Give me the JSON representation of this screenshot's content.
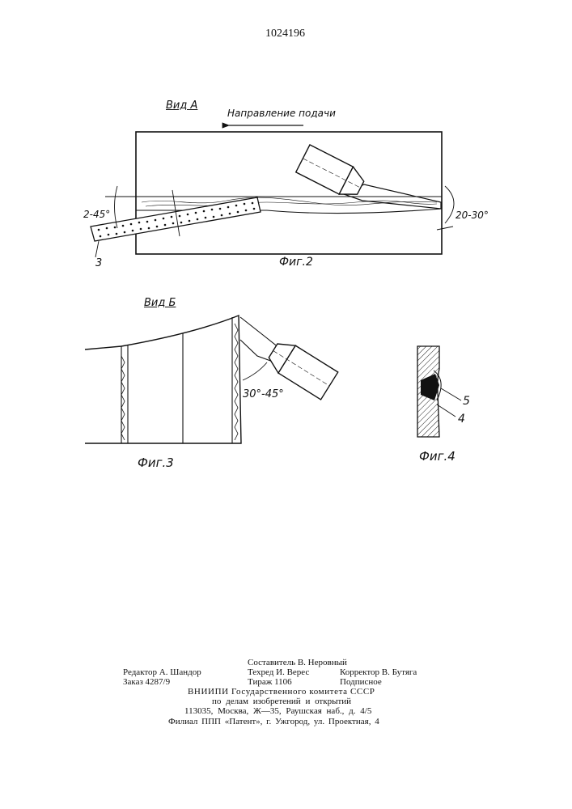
{
  "patent_number": "1024196",
  "figures": {
    "fig2": {
      "view_label": "Вид А",
      "feed_direction_label": "Направление подачи",
      "angle_left": "2-45°",
      "angle_right": "20-30°",
      "part_number": "3",
      "caption": "Фиг.2"
    },
    "fig3": {
      "view_label": "Вид Б",
      "angle": "30°-45°",
      "caption": "Фиг.3"
    },
    "fig4": {
      "part_numbers": [
        "5",
        "4"
      ],
      "caption": "Фиг.4"
    }
  },
  "imprint": {
    "editor": "Редактор А. Шандор",
    "order": "Заказ 4287/9",
    "compiler": "Составитель В. Неровный",
    "tech_editor": "Техред И. Верес",
    "circulation": "Тираж 1106",
    "corrector": "Корректор В. Бутяга",
    "subscription": "Подписное",
    "org_line1": "ВНИИПИ Государственного комитета СССР",
    "org_line2": "по делам изобретений и открытий",
    "org_address": "113035, Москва, Ж—35, Раушская наб., д. 4/5",
    "branch": "Филиал ППП «Патент», г. Ужгород, ул. Проектная, 4"
  }
}
